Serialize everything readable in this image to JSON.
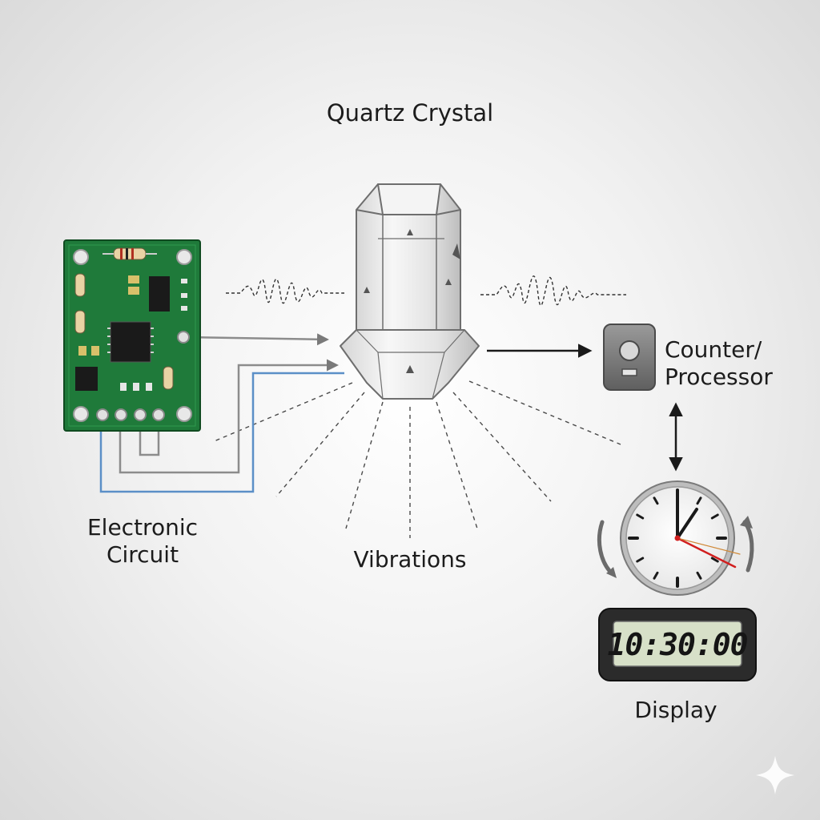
{
  "labels": {
    "crystal": "Quartz Crystal",
    "circuit_line1": "Electronic",
    "circuit_line2": "Circuit",
    "vibrations": "Vibrations",
    "counter_line1": "Counter/",
    "counter_line2": "Processor",
    "display": "Display"
  },
  "display_readout": "10:30:00",
  "colors": {
    "pcb": "#1f7a3a",
    "wire_gray": "#8c8c8c",
    "wire_blue": "#5b8fc7",
    "second_hand": "#d11f1f",
    "lcd_screen": "#d7e0c8"
  },
  "icons": [
    "circuit-board-icon",
    "quartz-crystal-icon",
    "processor-chip-icon",
    "analog-clock-icon",
    "digital-display-icon",
    "sparkle-icon"
  ]
}
